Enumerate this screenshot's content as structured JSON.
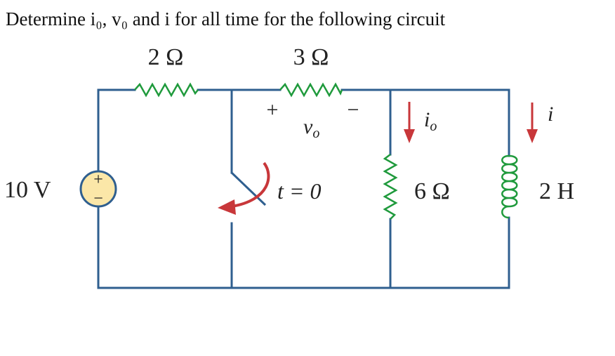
{
  "question": {
    "text": "Determine i₀, v₀ and i for all time for the following circuit"
  },
  "circuit": {
    "source_label": "10 V",
    "source_plus": "+",
    "source_minus": "−",
    "r1_label": "2 Ω",
    "r2_label": "3 Ω",
    "r3_label": "6 Ω",
    "inductor_label": "2 H",
    "vo_plus": "+",
    "vo_minus": "−",
    "vo_label": "v",
    "vo_sub": "o",
    "io_label": "i",
    "io_sub": "o",
    "i_label": "i",
    "switch_label": "t = 0"
  },
  "colors": {
    "wire": "#2f5f8f",
    "arrow": "#c8373a",
    "source_fill": "#fbe7a8",
    "text": "#222222"
  }
}
